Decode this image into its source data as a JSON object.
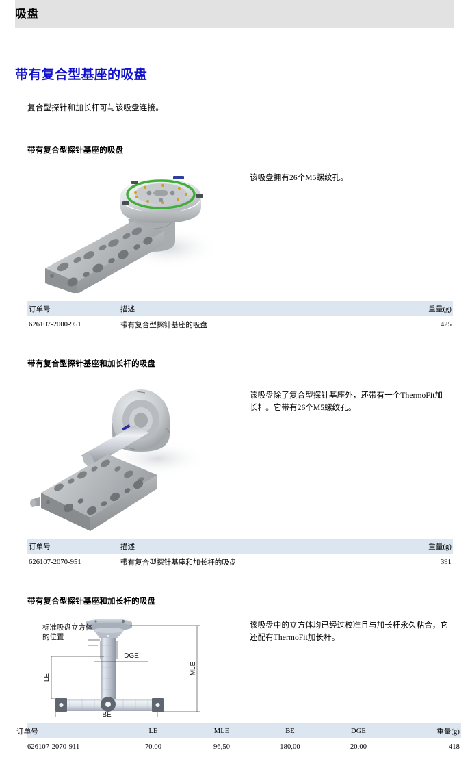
{
  "running_head": {
    "title": "吸盘"
  },
  "chapter": {
    "title": "带有复合型基座的吸盘",
    "lead": "复合型探针和加长杆可与该吸盘连接。"
  },
  "sections": [
    {
      "heading": "带有复合型探针基座的吸盘",
      "side_text": "该吸盘拥有26个M5螺纹孔。",
      "figure_name": "photo-chuck-with-composite-stylus-base",
      "table": {
        "headers": [
          "订单号",
          "描述",
          "重量(g)"
        ],
        "rows": [
          [
            "626107-2000-951",
            "带有复合型探针基座的吸盘",
            "425"
          ]
        ]
      }
    },
    {
      "heading": "带有复合型探针基座和加长杆的吸盘",
      "side_text": "该吸盘除了复合型探针基座外，还带有一个ThermoFit加长杆。它带有26个M5螺纹孔。",
      "figure_name": "photo-chuck-with-composite-stylus-base-and-extension",
      "table": {
        "headers": [
          "订单号",
          "描述",
          "重量(g)"
        ],
        "rows": [
          [
            "626107-2070-951",
            "带有复合型探针基座和加长杆的吸盘",
            "391"
          ]
        ]
      }
    },
    {
      "heading": "带有复合型探针基座和加长杆的吸盘",
      "side_text": "该吸盘中的立方体均已经过校准且与加长杆永久粘合，它还配有ThermoFit加长杆。",
      "figure_name": "drawing-chuck-dimensions",
      "drawing_labels": {
        "callout": "标准吸盘立方体的位置",
        "le": "LE",
        "dge": "DGE",
        "mle": "MLE",
        "be": "BE"
      },
      "table": {
        "headers": [
          "订单号",
          "LE",
          "MLE",
          "BE",
          "DGE",
          "重量(g)"
        ],
        "rows": [
          [
            "626107-2070-911",
            "70,00",
            "96,50",
            "180,00",
            "20,00",
            "418"
          ]
        ]
      }
    }
  ],
  "colors": {
    "running_head_bg": "#e2e2e2",
    "chapter_title": "#1111cc",
    "table_header_bg": "#dce6f1",
    "text": "#000000"
  }
}
